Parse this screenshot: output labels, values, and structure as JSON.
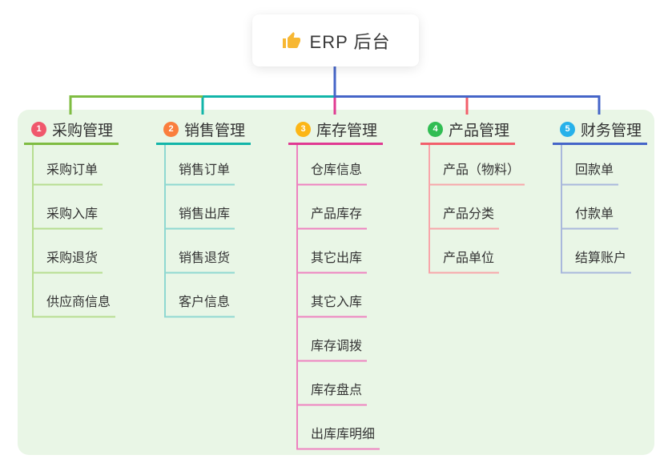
{
  "root": {
    "label": "ERP 后台",
    "icon": "thumbs-up-icon"
  },
  "colors": {
    "page_bg": "#ffffff",
    "panel_bg": "#e9f6e6",
    "root_connector": "#4565c8",
    "thumb_icon": "#f7b733"
  },
  "branches": [
    {
      "badge": "1",
      "label": "采购管理",
      "badge_color": "#f0586c",
      "line_color": "#7fbc42",
      "child_line_color": "#b7dd90",
      "children": [
        "采购订单",
        "采购入库",
        "采购退货",
        "供应商信息"
      ]
    },
    {
      "badge": "2",
      "label": "销售管理",
      "badge_color": "#fa7e3d",
      "line_color": "#12b5a9",
      "child_line_color": "#8fd8d1",
      "children": [
        "销售订单",
        "销售出库",
        "销售退货",
        "客户信息"
      ]
    },
    {
      "badge": "3",
      "label": "库存管理",
      "badge_color": "#fcb616",
      "line_color": "#e03a92",
      "child_line_color": "#ee82c0",
      "children": [
        "仓库信息",
        "产品库存",
        "其它出库",
        "其它入库",
        "库存调拨",
        "库存盘点",
        "出库库明细"
      ]
    },
    {
      "badge": "4",
      "label": "产品管理",
      "badge_color": "#31bd53",
      "line_color": "#f25f6b",
      "child_line_color": "#f8a6aa",
      "children": [
        "产品（物料）",
        "产品分类",
        "产品单位"
      ]
    },
    {
      "badge": "5",
      "label": "财务管理",
      "badge_color": "#27b1ea",
      "line_color": "#4565c8",
      "child_line_color": "#a9b8dc",
      "children": [
        "回款单",
        "付款单",
        "结算账户"
      ]
    }
  ]
}
